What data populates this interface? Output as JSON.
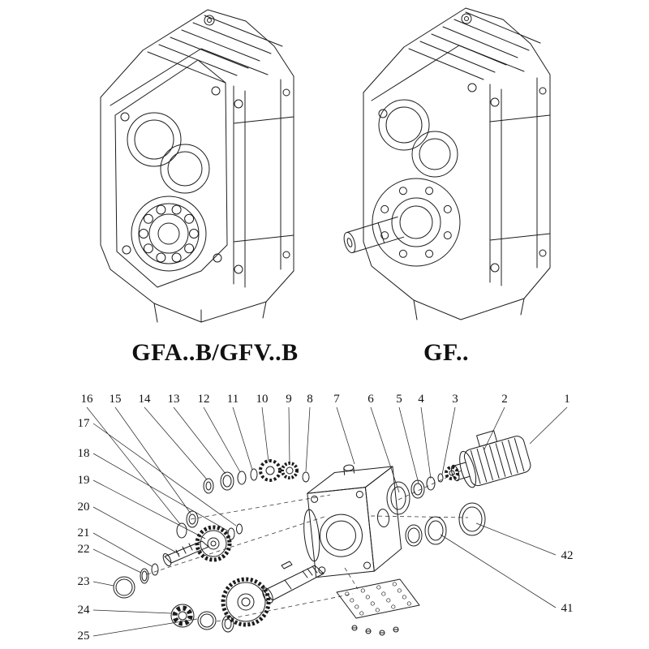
{
  "colors": {
    "ink": "#1c1c1c",
    "background": "#ffffff"
  },
  "figures": {
    "left": {
      "label": "GFA..B/GFV..B"
    },
    "right": {
      "label": "GF.."
    }
  },
  "exploded": {
    "callouts_top": [
      "16",
      "15",
      "14",
      "13",
      "12",
      "11",
      "10",
      "9",
      "8",
      "7",
      "6",
      "5",
      "4",
      "3",
      "2",
      "1"
    ],
    "callouts_left": [
      "17",
      "18",
      "19",
      "20",
      "21",
      "22",
      "23",
      "24",
      "25"
    ],
    "callouts_right": [
      "42",
      "41"
    ]
  }
}
